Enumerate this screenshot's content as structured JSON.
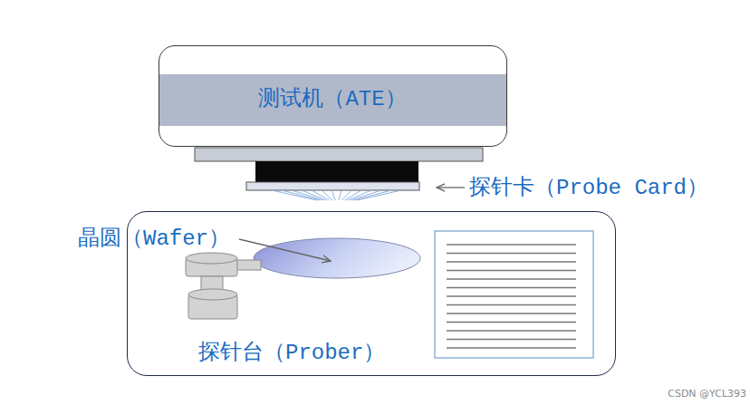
{
  "diagram": {
    "nodes": [
      {
        "text": [
          "测试机（ATE）"
        ]
      },
      {
        "text": [
          "探针台（Prober）"
        ]
      }
    ],
    "labels": [
      "探针卡（Probe Card）",
      "晶圆（Wafer）",
      "CSDN @YCL393"
    ]
  }
}
